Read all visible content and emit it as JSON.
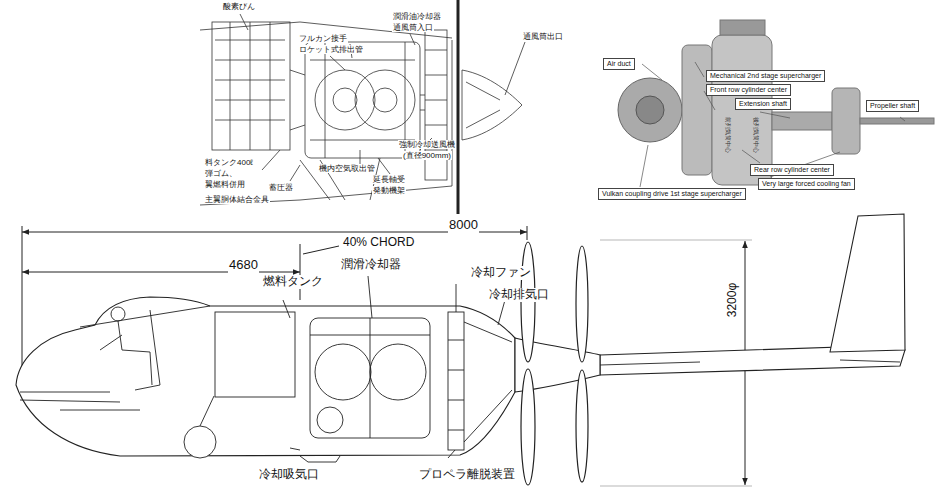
{
  "diagram": {
    "nodes": [
      {
        "text": [
          "Air duct"
        ]
      },
      {
        "text": [
          "Mechanical 2nd stage supercharger"
        ]
      },
      {
        "text": [
          "Front row cylinder center"
        ]
      },
      {
        "text": [
          "Extension shaft"
        ]
      },
      {
        "text": [
          "Propeller shaft"
        ]
      },
      {
        "text": [
          "Rear row cylinder center"
        ]
      },
      {
        "text": [
          "Very large forced cooling fan"
        ]
      },
      {
        "text": [
          "Vulkan coupling drive 1st stage supercharger"
        ]
      }
    ],
    "labels": [
      "酸素びん",
      "フルカン接手",
      "ロケット式排出管",
      "潤滑油冷却器",
      "通風筒入口",
      "通風筒出口",
      "料タンク400ℓ",
      "弾ゴム、",
      "翼燃料併用",
      "主翼胴体結合金具",
      "蓄圧器",
      "機内空気取出管",
      "強制冷却送風機",
      "(直径900mm)",
      "延長軸受",
      "発動機架",
      "8000",
      "4680",
      "40% CHORD",
      "燃料タンク",
      "潤滑冷却器",
      "冷却ファン",
      "冷却排気口",
      "3200φ",
      "冷却吸気口",
      "プロペラ離脱装置",
      "前列気筒中心",
      "後列気筒中心"
    ]
  }
}
